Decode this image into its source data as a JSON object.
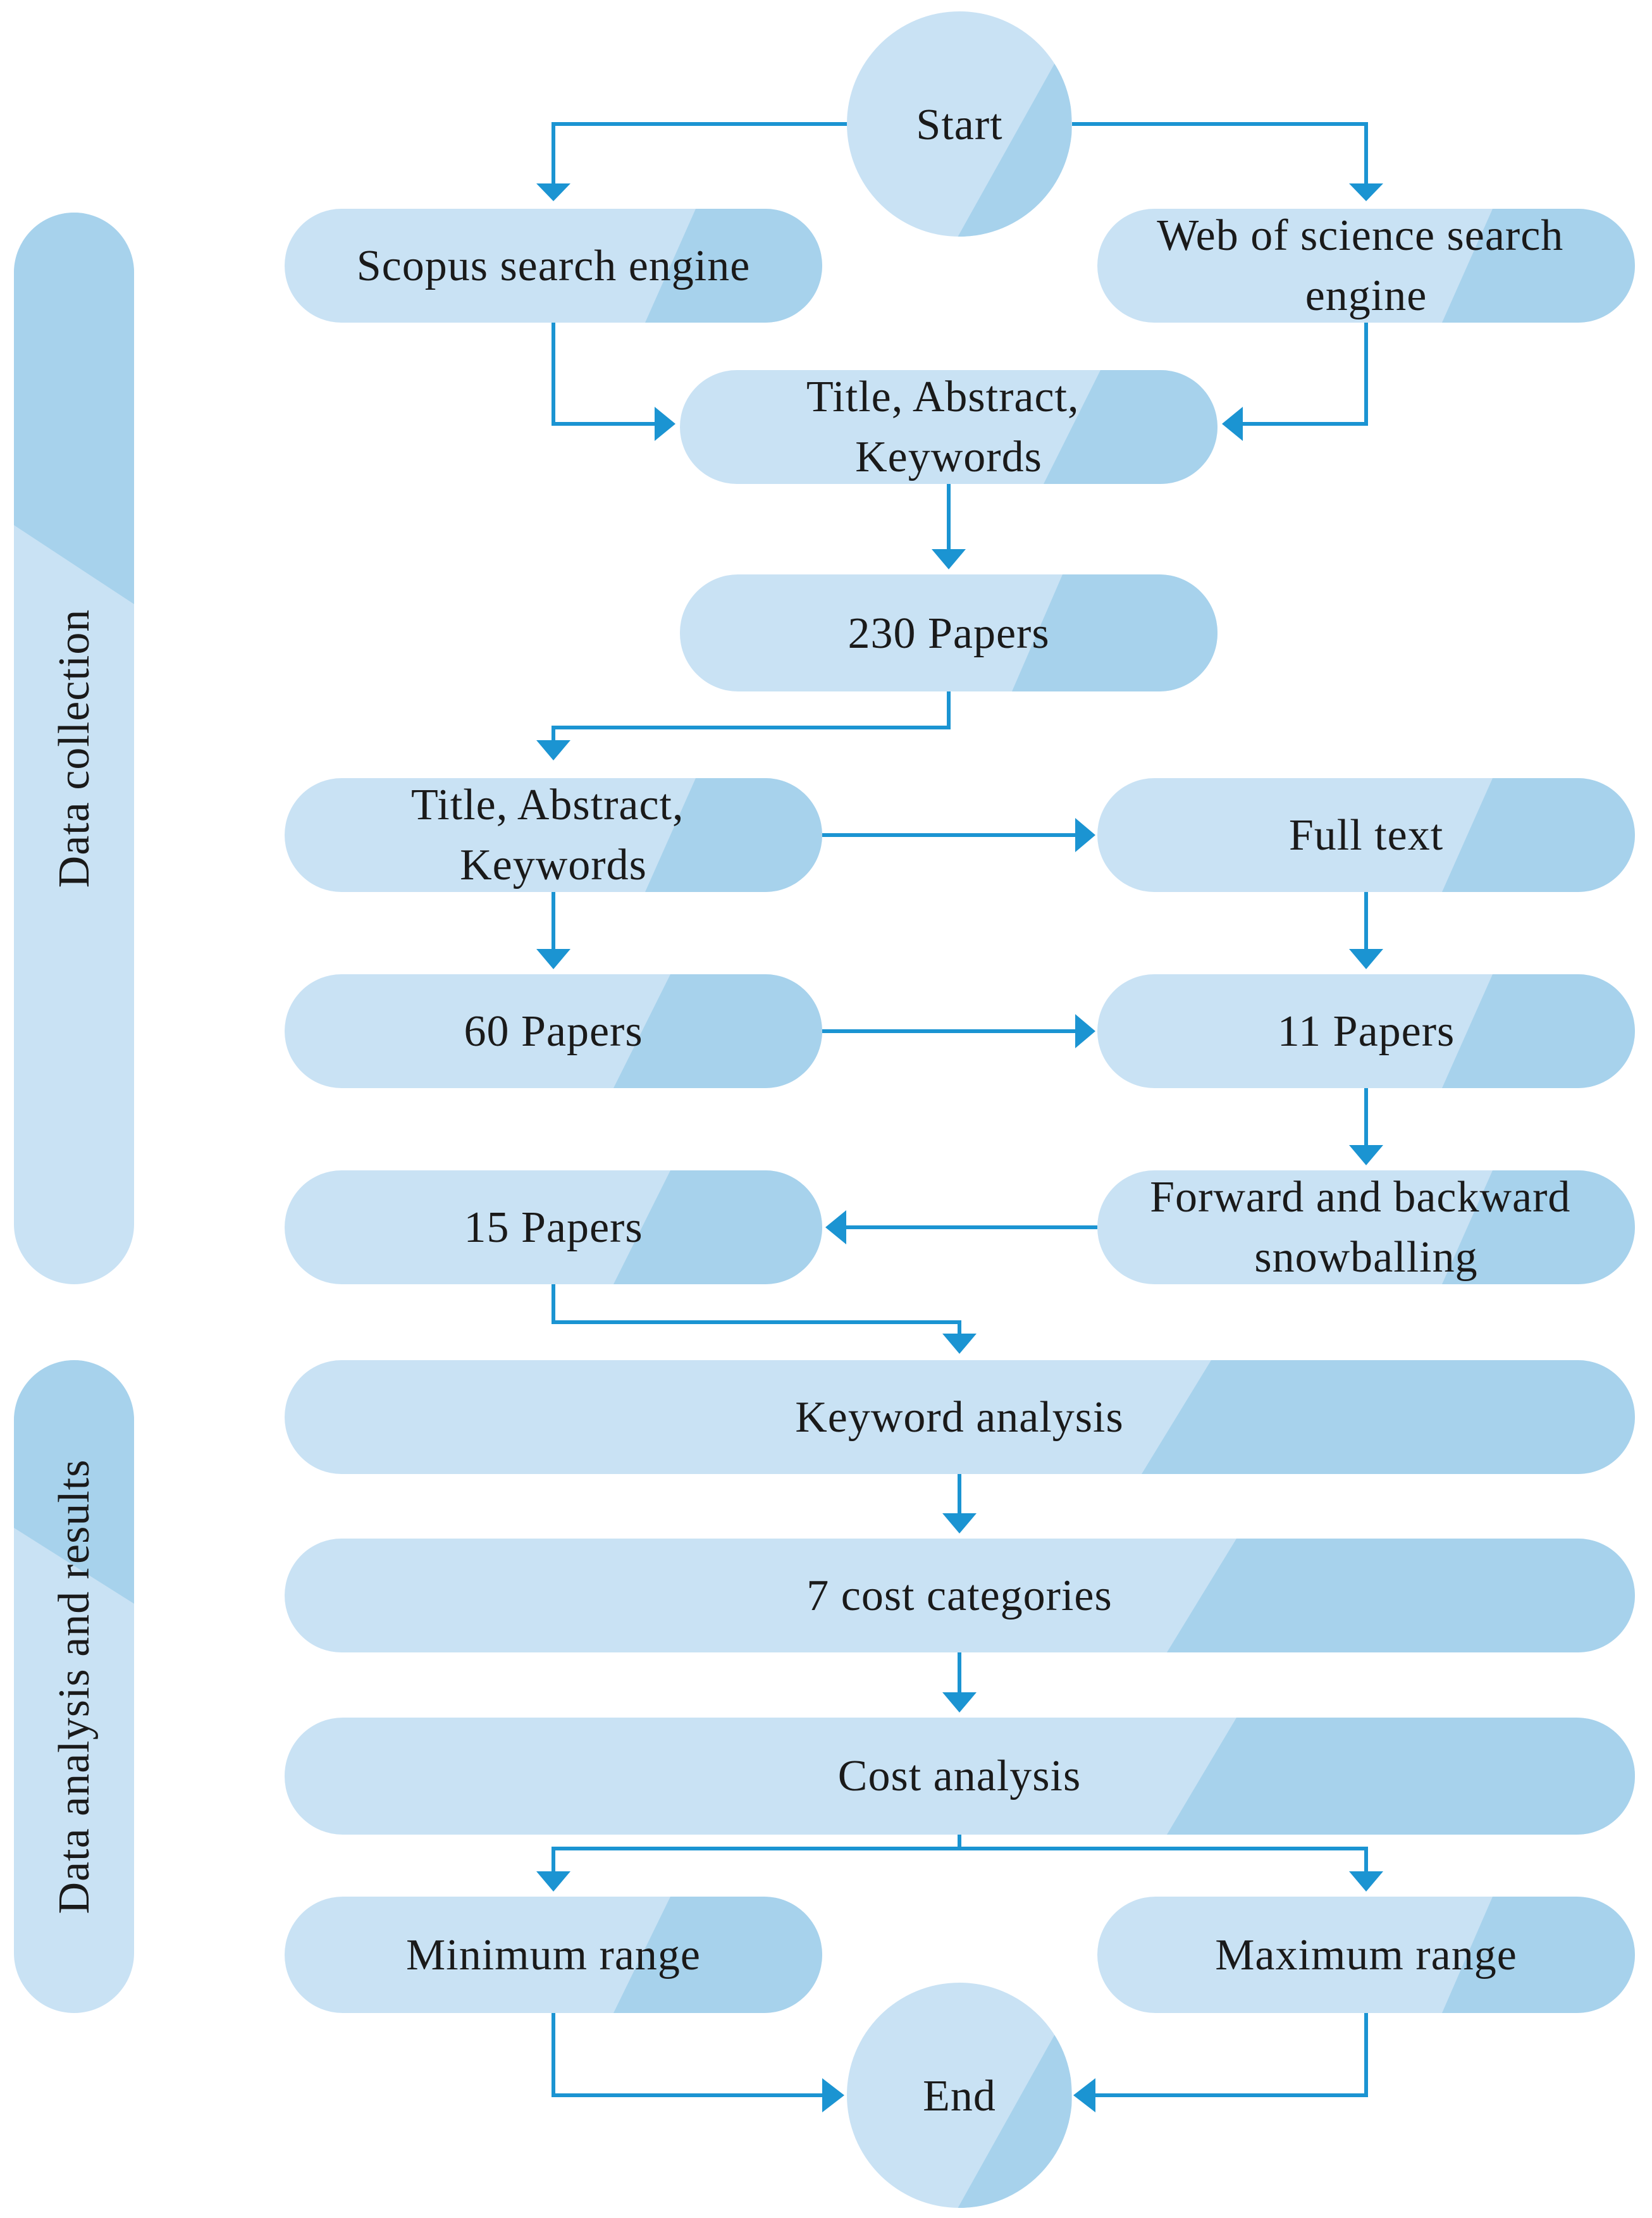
{
  "side_labels": {
    "collection": "Data collection",
    "analysis": "Data analysis and results"
  },
  "nodes": {
    "start": "Start",
    "scopus": [
      "Scopus search engine"
    ],
    "wos": [
      "Web of science search",
      "engine"
    ],
    "screen1": [
      "Title, Abstract,",
      "Keywords"
    ],
    "papers230": [
      "230 Papers"
    ],
    "screen2": [
      "Title, Abstract,",
      "Keywords"
    ],
    "fulltext": [
      "Full text"
    ],
    "papers60": [
      "60 Papers"
    ],
    "papers11": [
      "11 Papers"
    ],
    "papers15": [
      "15 Papers"
    ],
    "snowball": [
      "Forward and backward",
      "snowballing"
    ],
    "keyword": [
      "Keyword analysis"
    ],
    "categories": [
      "7 cost categories"
    ],
    "cost": [
      "Cost analysis"
    ],
    "min": [
      "Minimum range"
    ],
    "max": [
      "Maximum range"
    ],
    "end": "End"
  },
  "colors": {
    "fill_light": "#c9e2f4",
    "fill_dark": "#a7d2ec",
    "connector": "#1b94d2",
    "text": "#1a1a1a"
  }
}
